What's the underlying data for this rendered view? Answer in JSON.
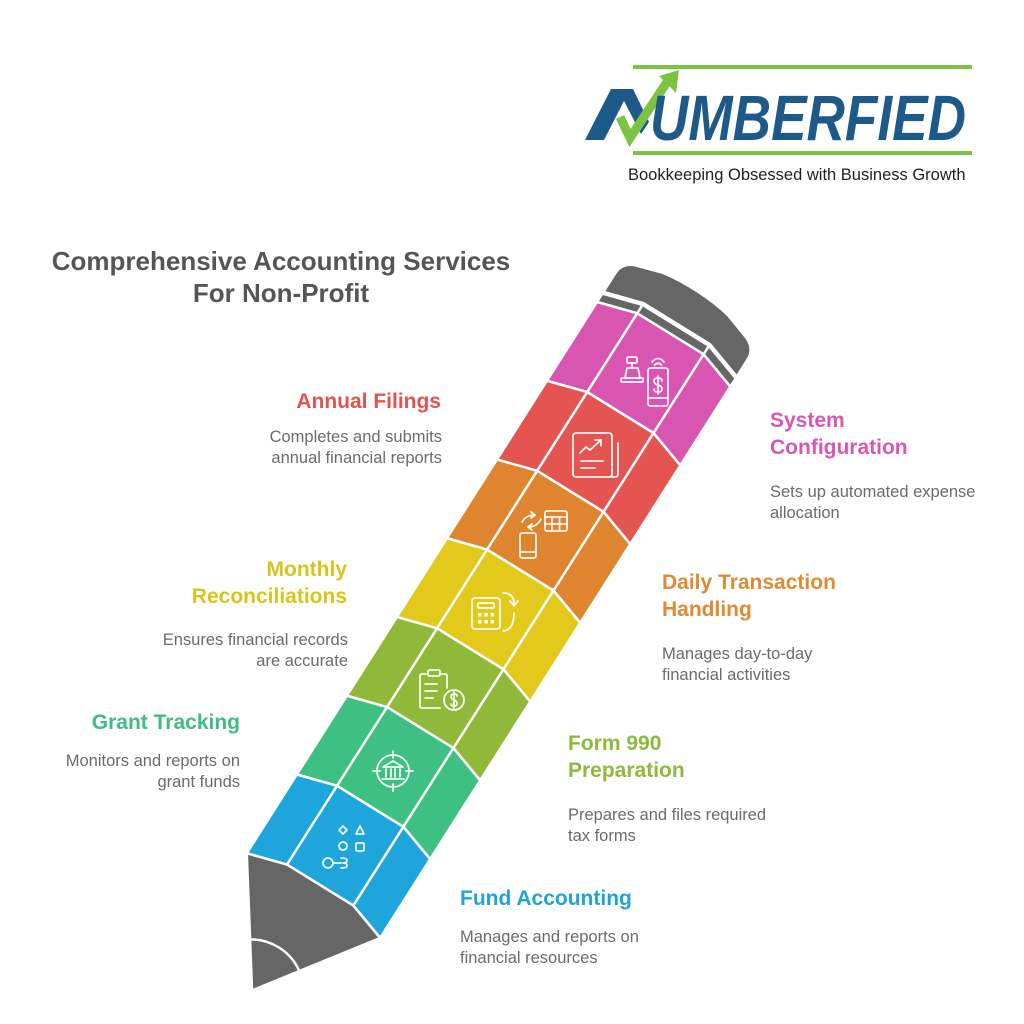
{
  "logo": {
    "brand_name": "NUMBERFIED",
    "wordmark_text": "UMBERFIED",
    "tagline": "Bookkeeping Obsessed with Business Growth",
    "primary_color": "#1D5A8A",
    "accent_color": "#7DC242"
  },
  "title": {
    "line1": "Comprehensive Accounting Services",
    "line2": "For Non-Profit"
  },
  "pencil": {
    "eraser_color": "#666666",
    "tip_color": "#666666",
    "divider_color": "#ffffff"
  },
  "services": [
    {
      "heading_lines": [
        "System",
        "Configuration"
      ],
      "description_lines": [
        "Sets up automated expense",
        "allocation"
      ],
      "label_color": "#D857B1",
      "band_color": "#D855B0",
      "icon": "cash-register-phone-icon"
    },
    {
      "heading_lines": [
        "Annual Filings"
      ],
      "description_lines": [
        "Completes and submits",
        "annual financial reports"
      ],
      "label_color": "#E4524E",
      "band_color": "#E45551",
      "icon": "financial-report-icon"
    },
    {
      "heading_lines": [
        "Daily Transaction",
        "Handling"
      ],
      "description_lines": [
        "Manages day-to-day",
        "financial activities"
      ],
      "label_color": "#E08A33",
      "band_color": "#E0852F",
      "icon": "transfer-calculator-phone-icon"
    },
    {
      "heading_lines": [
        "Monthly",
        "Reconciliations"
      ],
      "description_lines": [
        "Ensures financial records",
        "are accurate"
      ],
      "label_color": "#D9C41A",
      "band_color": "#E2C91C",
      "icon": "calculator-refresh-icon"
    },
    {
      "heading_lines": [
        "Form 990",
        "Preparation"
      ],
      "description_lines": [
        "Prepares and files required",
        "tax forms"
      ],
      "label_color": "#8DBA3A",
      "band_color": "#90B93A",
      "icon": "clipboard-dollar-icon"
    },
    {
      "heading_lines": [
        "Grant Tracking"
      ],
      "description_lines": [
        "Monitors and reports on",
        "grant funds"
      ],
      "label_color": "#3DBE80",
      "band_color": "#3DC081",
      "icon": "bank-target-icon"
    },
    {
      "heading_lines": [
        "Fund Accounting"
      ],
      "description_lines": [
        "Manages and reports on",
        "financial resources"
      ],
      "label_color": "#1FA3D9",
      "band_color": "#1EA5DB",
      "icon": "shapes-flow-icon"
    }
  ]
}
